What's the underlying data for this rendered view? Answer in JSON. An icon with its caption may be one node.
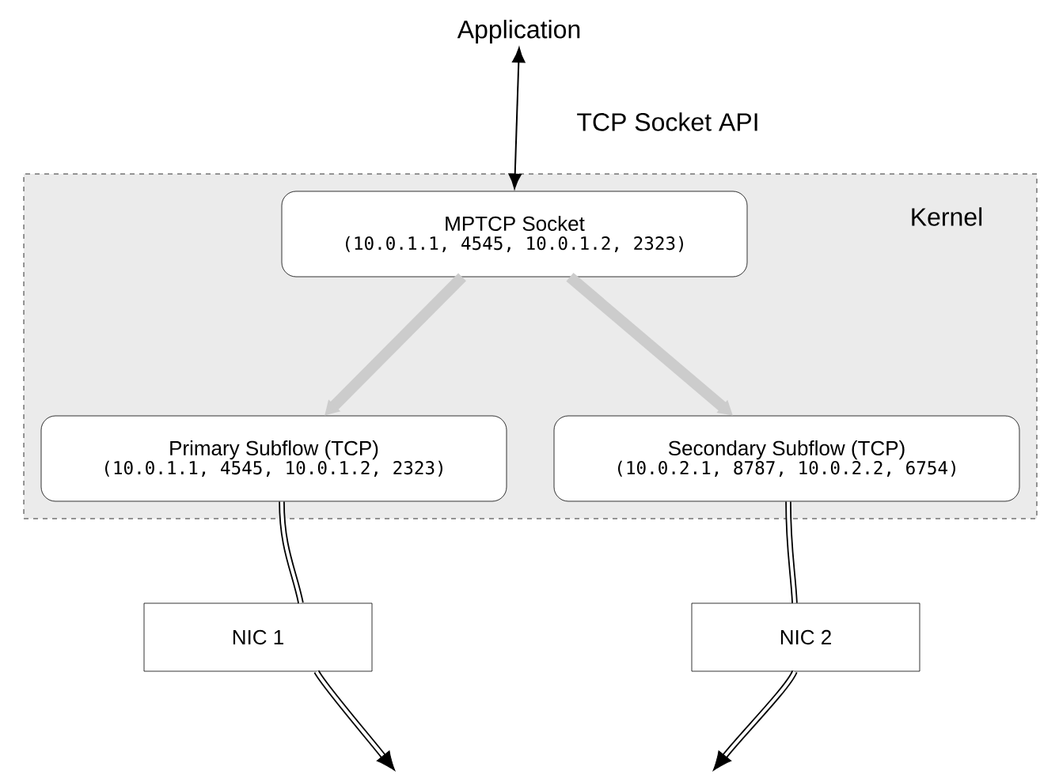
{
  "diagram": {
    "nodes": [
      {
        "text": [
          "Application"
        ]
      },
      {
        "text": [
          "Kernel"
        ]
      },
      {
        "text": [
          "MPTCP Socket",
          "(10.0.1.1, 4545, 10.0.1.2, 2323)"
        ],
        "in": 1
      },
      {
        "text": [
          "Primary Subflow (TCP)",
          "(10.0.1.1, 4545, 10.0.1.2, 2323)"
        ],
        "in": 1
      },
      {
        "text": [
          "Secondary Subflow (TCP)",
          "(10.0.2.1, 8787, 10.0.2.2, 6754)"
        ],
        "in": 1
      },
      {
        "text": [
          "NIC 1"
        ]
      },
      {
        "text": [
          "NIC 2"
        ]
      }
    ],
    "edges": [
      {
        "from": 0,
        "to": 2,
        "arrow": "both",
        "label": "TCP Socket API"
      },
      {
        "from": 2,
        "to": 3,
        "arrow": "to",
        "style": "thick",
        "color": "#cccccc"
      },
      {
        "from": 2,
        "to": 4,
        "arrow": "to",
        "style": "thick",
        "color": "#cccccc"
      },
      {
        "from": 3,
        "to": 5,
        "arrow": "none"
      },
      {
        "from": 4,
        "to": 6,
        "arrow": "none"
      },
      {
        "from": 5,
        "to": null,
        "arrow": "to"
      },
      {
        "from": 6,
        "to": null,
        "arrow": "to"
      }
    ]
  }
}
